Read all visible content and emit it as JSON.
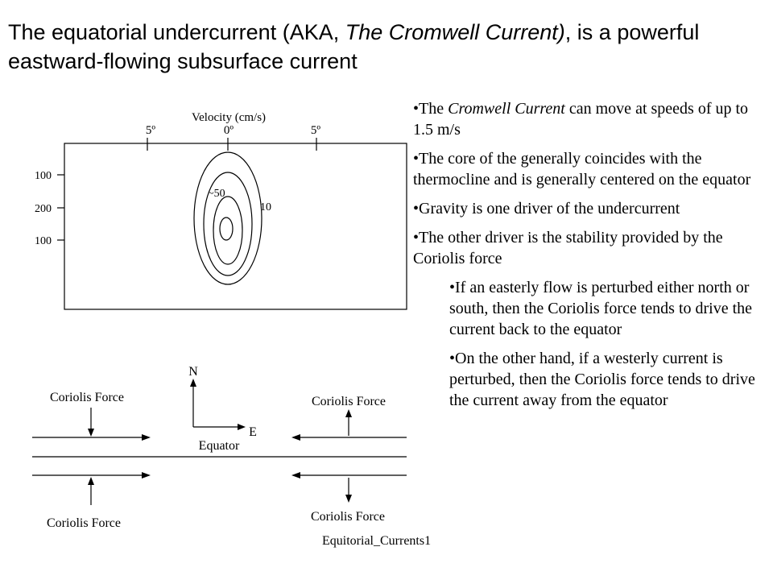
{
  "title": {
    "part1": "The equatorial undercurrent (AKA, ",
    "italic": "The Cromwell Current)",
    "part2": ", is a powerful eastward-flowing subsurface current"
  },
  "bullets": [
    {
      "pre": "•The ",
      "italic": "Cromwell Current",
      "post": " can move at speeds of up to 1.5 m/s"
    },
    {
      "text": "•The core of the generally coincides with the thermocline and is generally centered on the equator"
    },
    {
      "text": "•Gravity is one driver of the undercurrent"
    },
    {
      "text": "•The other driver is the stability provided by the Coriolis force"
    }
  ],
  "sub_bullets": [
    "•If an easterly flow is perturbed either north or south, then the Coriolis force tends to drive the current back to the equator",
    "•On the other hand, if a westerly current is perturbed, then the Coriolis force tends to drive the current away from the equator"
  ],
  "velocity_figure": {
    "axis_title": "Velocity (cm/s)",
    "top_ticks": [
      "5º",
      "0º",
      "5º"
    ],
    "depth_ticks": [
      "100",
      "200",
      "100"
    ],
    "contour_labels": [
      "~50",
      "10"
    ]
  },
  "coriolis_diagram": {
    "force_label": "Coriolis Force",
    "north_label": "N",
    "east_label": "E",
    "equator_label": "Equator"
  },
  "footer": "Equitorial_Currents1"
}
